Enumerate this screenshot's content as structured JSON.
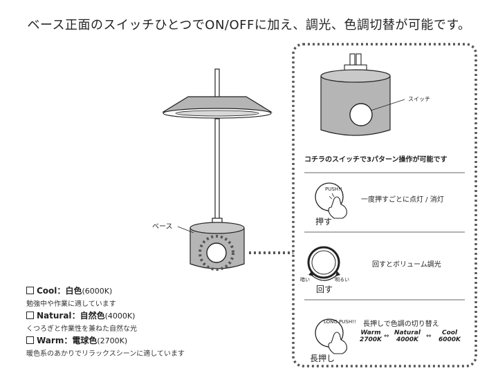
{
  "headline": "ベース正面のスイッチひとつでON/OFFに加え、調光、色調切替が可能です。",
  "lamp": {
    "base_label": "ベース"
  },
  "detail": {
    "switch_label": "スイッチ",
    "caption": "コチラのスイッチで3パターン操作が可能です"
  },
  "operations": [
    {
      "badge": "PUSH!!",
      "action": "押す",
      "description": "一度押すごとに点灯 / 消灯"
    },
    {
      "scale_low": "暗い",
      "scale_high": "明るい",
      "action": "回す",
      "description": "回すとボリューム調光"
    },
    {
      "badge": "LONG PUSH!!",
      "action": "長押し",
      "description": "長押しで色調の切り替え",
      "cycle": [
        {
          "name": "Warm",
          "kelvin": "2700K"
        },
        {
          "name": "Natural",
          "kelvin": "4000K"
        },
        {
          "name": "Cool",
          "kelvin": "6000K"
        }
      ]
    }
  ],
  "modes": [
    {
      "name": "Cool",
      "colon": "：",
      "jp": "白色",
      "kelvin": "(6000K)",
      "description": "勉強中や作業に適しています"
    },
    {
      "name": "Natural",
      "colon": "：",
      "jp": "自然色",
      "kelvin": "(4000K)",
      "description": "くつろぎと作業性を兼ねた自然な光"
    },
    {
      "name": "Warm",
      "colon": "：",
      "jp": "電球色",
      "kelvin": "(2700K)",
      "description": "暖色系のあかりでリラックスシーンに適しています"
    }
  ],
  "colors": {
    "lamp_gray": "#b5b5b5",
    "outline": "#222222",
    "dotted": "#555555"
  }
}
